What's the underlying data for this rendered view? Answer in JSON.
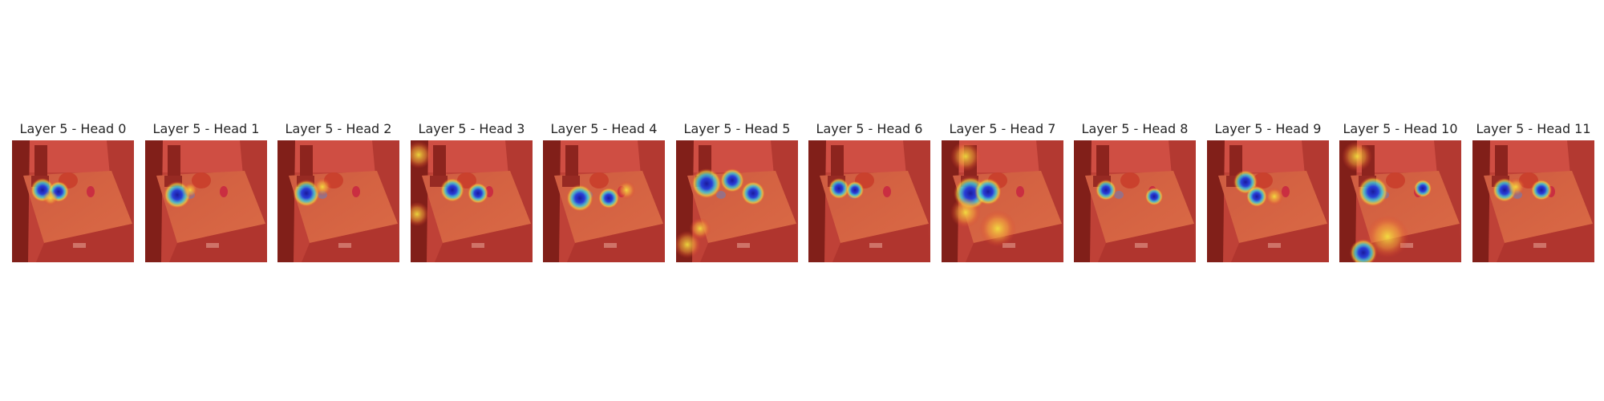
{
  "figure": {
    "panels": [
      {
        "title": "Layer 5 - Head 0",
        "layer": 5,
        "head": 0
      },
      {
        "title": "Layer 5 - Head 1",
        "layer": 5,
        "head": 1
      },
      {
        "title": "Layer 5 - Head 2",
        "layer": 5,
        "head": 2
      },
      {
        "title": "Layer 5 - Head 3",
        "layer": 5,
        "head": 3
      },
      {
        "title": "Layer 5 - Head 4",
        "layer": 5,
        "head": 4
      },
      {
        "title": "Layer 5 - Head 5",
        "layer": 5,
        "head": 5
      },
      {
        "title": "Layer 5 - Head 6",
        "layer": 5,
        "head": 6
      },
      {
        "title": "Layer 5 - Head 7",
        "layer": 5,
        "head": 7
      },
      {
        "title": "Layer 5 - Head 8",
        "layer": 5,
        "head": 8
      },
      {
        "title": "Layer 5 - Head 9",
        "layer": 5,
        "head": 9
      },
      {
        "title": "Layer 5 - Head 10",
        "layer": 5,
        "head": 10
      },
      {
        "title": "Layer 5 - Head 11",
        "layer": 5,
        "head": 11
      }
    ],
    "colors": {
      "overlay_base": "#e03a2a",
      "counter_wood": "#d97d4f",
      "cabinet_dark": "#5e1513",
      "cool_spot": "#2a3fd8",
      "warm_spot": "#f5e640"
    }
  }
}
